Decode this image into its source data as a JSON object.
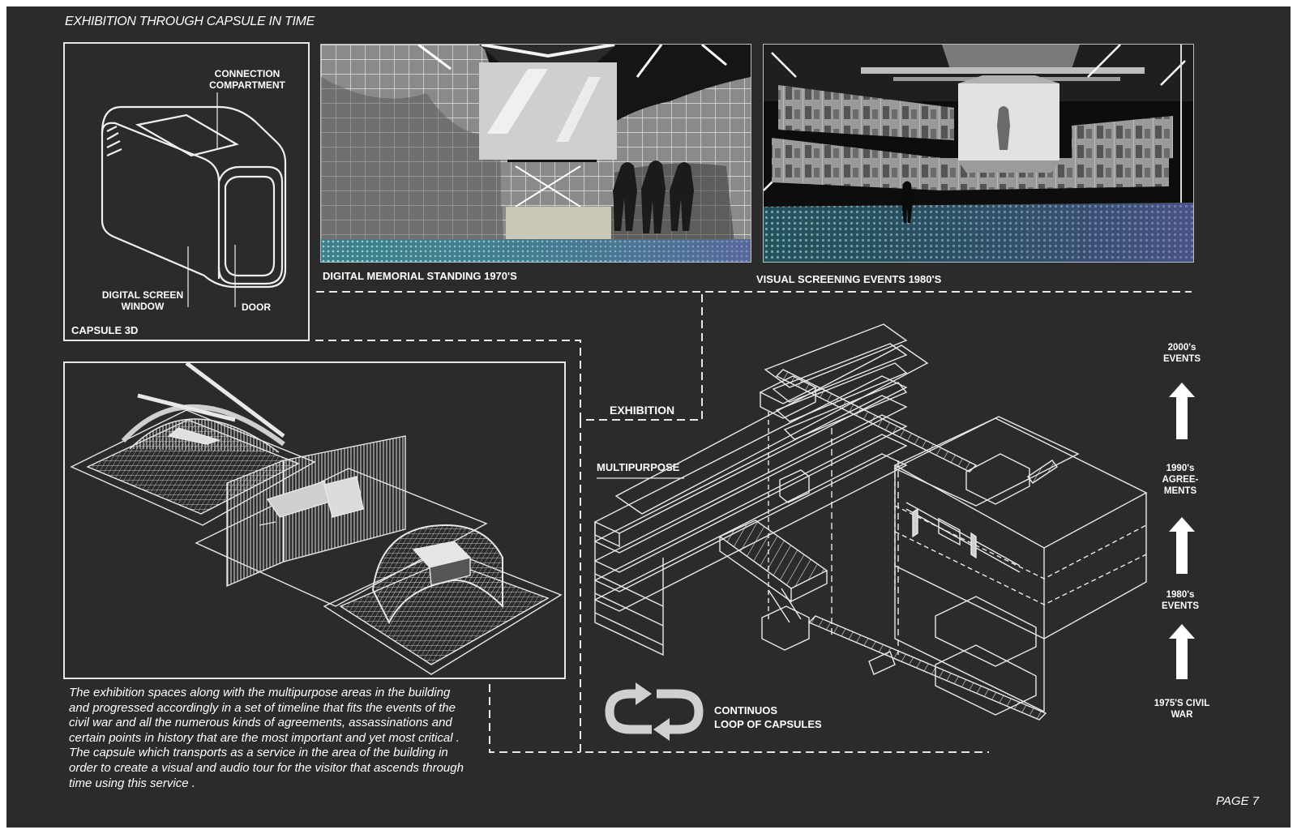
{
  "page": {
    "title": "EXHIBITION THROUGH CAPSULE IN TIME",
    "page_number": "PAGE 7"
  },
  "capsule_panel": {
    "label": "CAPSULE 3D",
    "connection_compartment": [
      "CONNECTION",
      "COMPARTMENT"
    ],
    "digital_screen_window": [
      "DIGITAL SCREEN",
      "WINDOW"
    ],
    "door": "DOOR"
  },
  "renders": [
    {
      "caption": "DIGITAL MEMORIAL STANDING 1970'S"
    },
    {
      "caption": "VISUAL SCREENING EVENTS 1980'S"
    }
  ],
  "building_diagram": {
    "exhibition_label": "EXHIBITION",
    "multipurpose_label": "MULTIPURPOSE",
    "loop_label": [
      "CONTINUOS",
      "LOOP OF CAPSULES"
    ]
  },
  "timeline": [
    {
      "lines": [
        "2000's",
        "EVENTS"
      ]
    },
    {
      "lines": [
        "1990's",
        "AGREE-",
        "MENTS"
      ]
    },
    {
      "lines": [
        "1980's",
        "EVENTS"
      ]
    },
    {
      "lines": [
        "1975'S CIVIL",
        "WAR"
      ]
    }
  ],
  "description": [
    "The exhibition spaces along with the  multipurpose areas in the building",
    "and progressed accordingly in a set of timeline that fits the events of the",
    "civil war and all the numerous kinds of agreements, assassinations and",
    "certain points in history that are the most important and yet most critical .",
    "The capsule which transports as a service in the area of the building in",
    "order to create a visual and audio tour for the visitor that ascends through",
    "time using this service ."
  ],
  "colors": {
    "background": "#2b2b2b",
    "line": "#e8e8e8",
    "floor_teal": "#3d8f95"
  }
}
